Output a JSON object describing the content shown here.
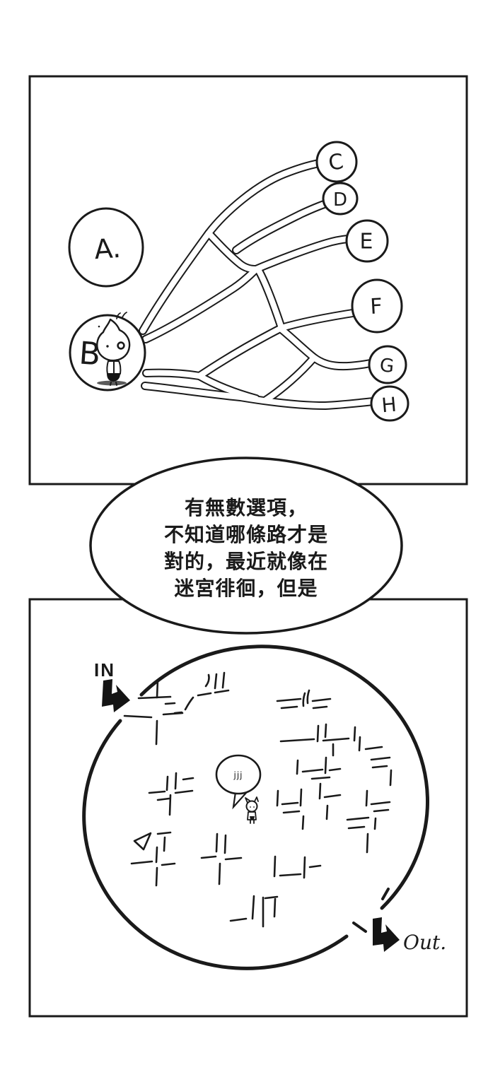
{
  "colors": {
    "ink": "#1a1a1a",
    "paper": "#ffffff"
  },
  "top_panel": {
    "nodes": {
      "a": "A.",
      "b": "B",
      "c": "C",
      "d": "D",
      "e": "E",
      "f": "F",
      "g": "G",
      "h": "H"
    }
  },
  "bubble": {
    "lines": [
      "有無數選項，",
      "不知道哪條路才是",
      "對的，最近就像在",
      "迷宮徘徊，但是"
    ]
  },
  "bottom_panel": {
    "in_label": "IN",
    "out_label": "Out.",
    "thought": "jjj"
  }
}
